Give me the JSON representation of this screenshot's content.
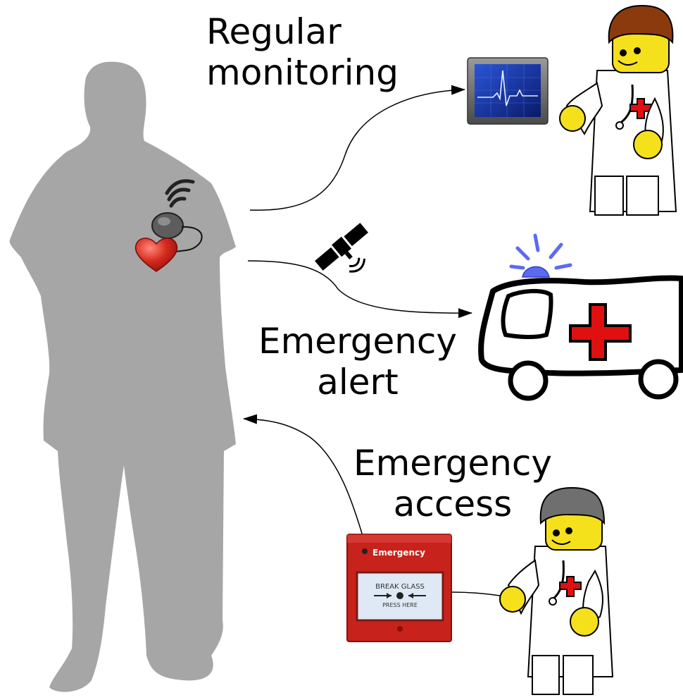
{
  "labels": {
    "regular_monitoring": [
      "Regular",
      "monitoring"
    ],
    "emergency_alert": [
      "Emergency",
      "alert"
    ],
    "emergency_access": [
      "Emergency",
      "access"
    ]
  },
  "alarm_box": {
    "title": "Emergency",
    "line1": "BREAK GLASS",
    "line2": "PRESS HERE"
  },
  "icons": {
    "person": "person-silhouette-icon",
    "pacemaker": "pacemaker-icon",
    "heart": "heart-icon",
    "wireless": "wireless-signal-icon",
    "satellite": "satellite-icon",
    "monitor": "ecg-monitor-icon",
    "ambulance": "ambulance-icon",
    "doctor": "doctor-figure-icon",
    "alarm": "fire-alarm-break-glass-icon"
  },
  "colors": {
    "silhouette": "#a6a6a6",
    "heart": "#d42a1e",
    "alarm_red": "#c8221c",
    "cross_red": "#e01010",
    "siren_blue": "#5b6bf0",
    "skin_yellow": "#f5e01c",
    "hair_brown": "#8b3a0e",
    "hair_gray": "#6f6f6f",
    "monitor_blue": "#12309a"
  }
}
